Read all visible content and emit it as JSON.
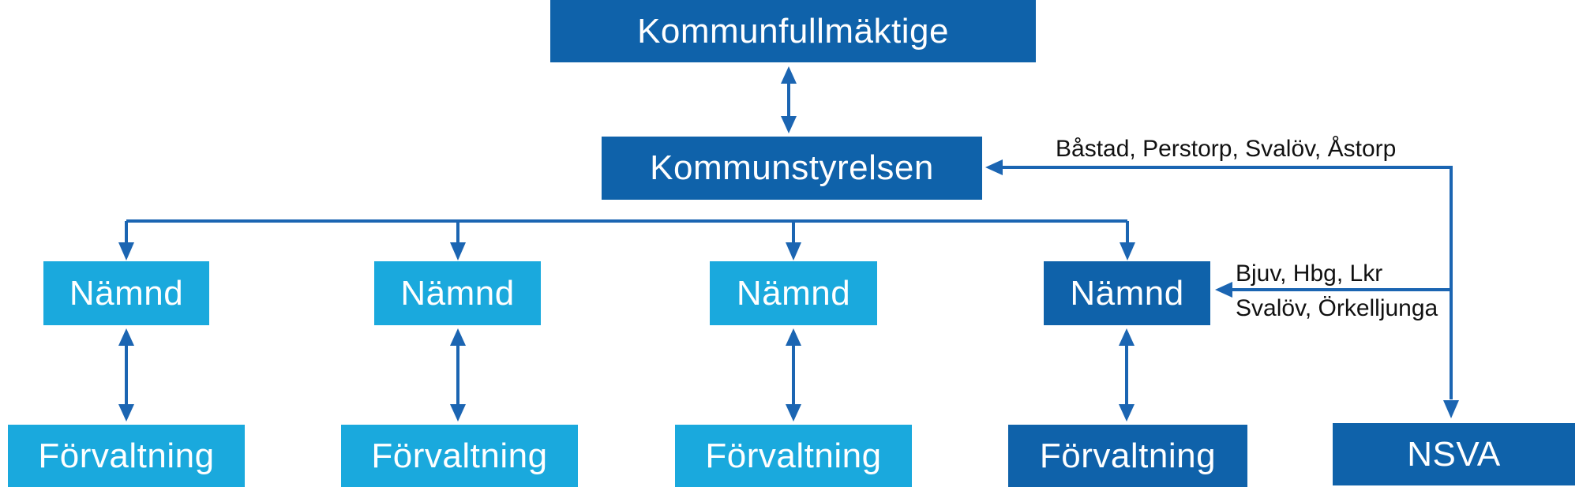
{
  "colors": {
    "dark_blue": "#0f62aa",
    "light_blue": "#1aa9dd",
    "line_blue": "#1b65b2",
    "annotation_text": "#111111",
    "background": "#ffffff"
  },
  "org_chart": {
    "kommunfullmaktige": {
      "label": "Kommunfullmäktige",
      "variant": "dark"
    },
    "kommunstyrelsen": {
      "label": "Kommunstyrelsen",
      "variant": "dark"
    },
    "namnder": [
      {
        "label": "Nämnd",
        "variant": "light"
      },
      {
        "label": "Nämnd",
        "variant": "light"
      },
      {
        "label": "Nämnd",
        "variant": "light"
      },
      {
        "label": "Nämnd",
        "variant": "dark"
      }
    ],
    "forvaltningar": [
      {
        "label": "Förvaltning",
        "variant": "light"
      },
      {
        "label": "Förvaltning",
        "variant": "light"
      },
      {
        "label": "Förvaltning",
        "variant": "light"
      },
      {
        "label": "Förvaltning",
        "variant": "dark"
      }
    ],
    "nsva": {
      "label": "NSVA",
      "variant": "dark"
    },
    "annotations": {
      "kommunstyrelsen_arrow": "Båstad, Perstorp, Svalöv, Åstorp",
      "namnd_arrow_line1": "Bjuv, Hbg, Lkr",
      "namnd_arrow_line2": "Svalöv, Örkelljunga"
    }
  }
}
